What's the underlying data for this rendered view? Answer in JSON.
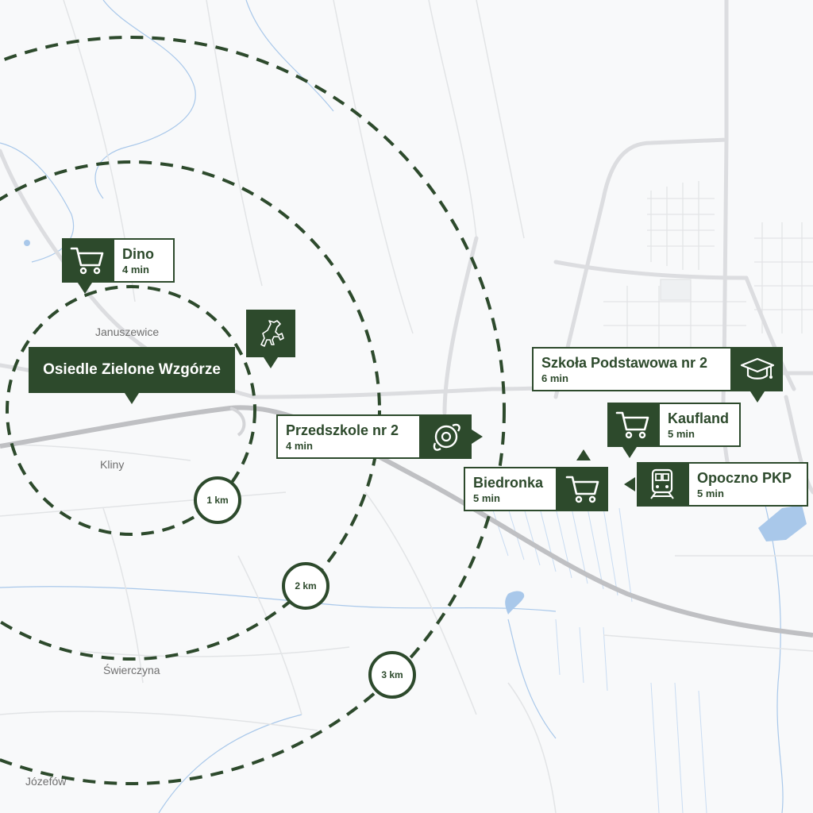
{
  "map": {
    "accent_color": "#2d4a2c",
    "road_color": "#c7c7c7",
    "water_color": "#a9c8ea",
    "place_labels": {
      "januszewice": "Januszewice",
      "kliny": "Kliny",
      "swierczyna": "Świerczyna",
      "jozefow": "Józefów"
    },
    "main_label": "Osiedle Zielone Wzgórze",
    "rings": {
      "r1": "1 km",
      "r2": "2 km",
      "r3": "3 km"
    },
    "pois": {
      "dino": {
        "name": "Dino",
        "time": "4 min",
        "icon": "shopping-cart-icon"
      },
      "przedszkole": {
        "name": "Przedszkole nr 2",
        "time": "4 min",
        "icon": "pacifier-icon"
      },
      "szkola": {
        "name": "Szkoła Podstawowa nr 2",
        "time": "6 min",
        "icon": "graduation-cap-icon"
      },
      "kaufland": {
        "name": "Kaufland",
        "time": "5 min",
        "icon": "shopping-cart-icon"
      },
      "biedronka": {
        "name": "Biedronka",
        "time": "5 min",
        "icon": "shopping-cart-icon"
      },
      "opoczno": {
        "name": "Opoczno PKP",
        "time": "5 min",
        "icon": "train-icon"
      }
    },
    "horse_icon": "horse-icon"
  }
}
